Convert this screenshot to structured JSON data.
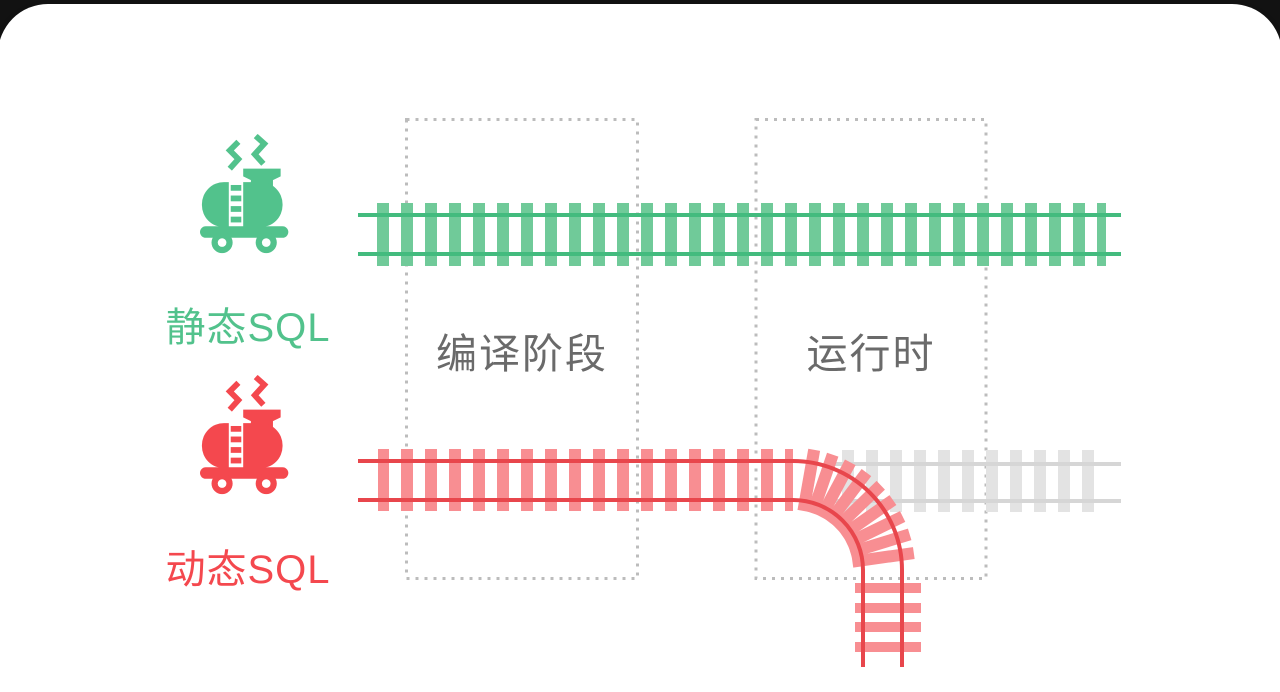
{
  "legend": {
    "static_sql": {
      "label": "静态SQL",
      "color": "#52c28c"
    },
    "dynamic_sql": {
      "label": "动态SQL",
      "color": "#f4484e"
    }
  },
  "phases": {
    "compile": {
      "label": "编译阶段"
    },
    "runtime": {
      "label": "运行时"
    }
  },
  "icons": {
    "static_train": "train-icon",
    "dynamic_train": "train-icon"
  },
  "colors": {
    "page_background": "#121212",
    "card_background": "#ffffff",
    "green_train": "#52c28c",
    "green_tie": "#70ca99",
    "green_rail": "#43bb7e",
    "red_train": "#f4484e",
    "red_tie": "#f88e92",
    "red_rail": "#e8464c",
    "gray_tie": "#e3e3e3",
    "gray_rail": "#d6d6d6",
    "dashed_border": "#bcbcbc",
    "phase_text": "#6a6a6a"
  }
}
